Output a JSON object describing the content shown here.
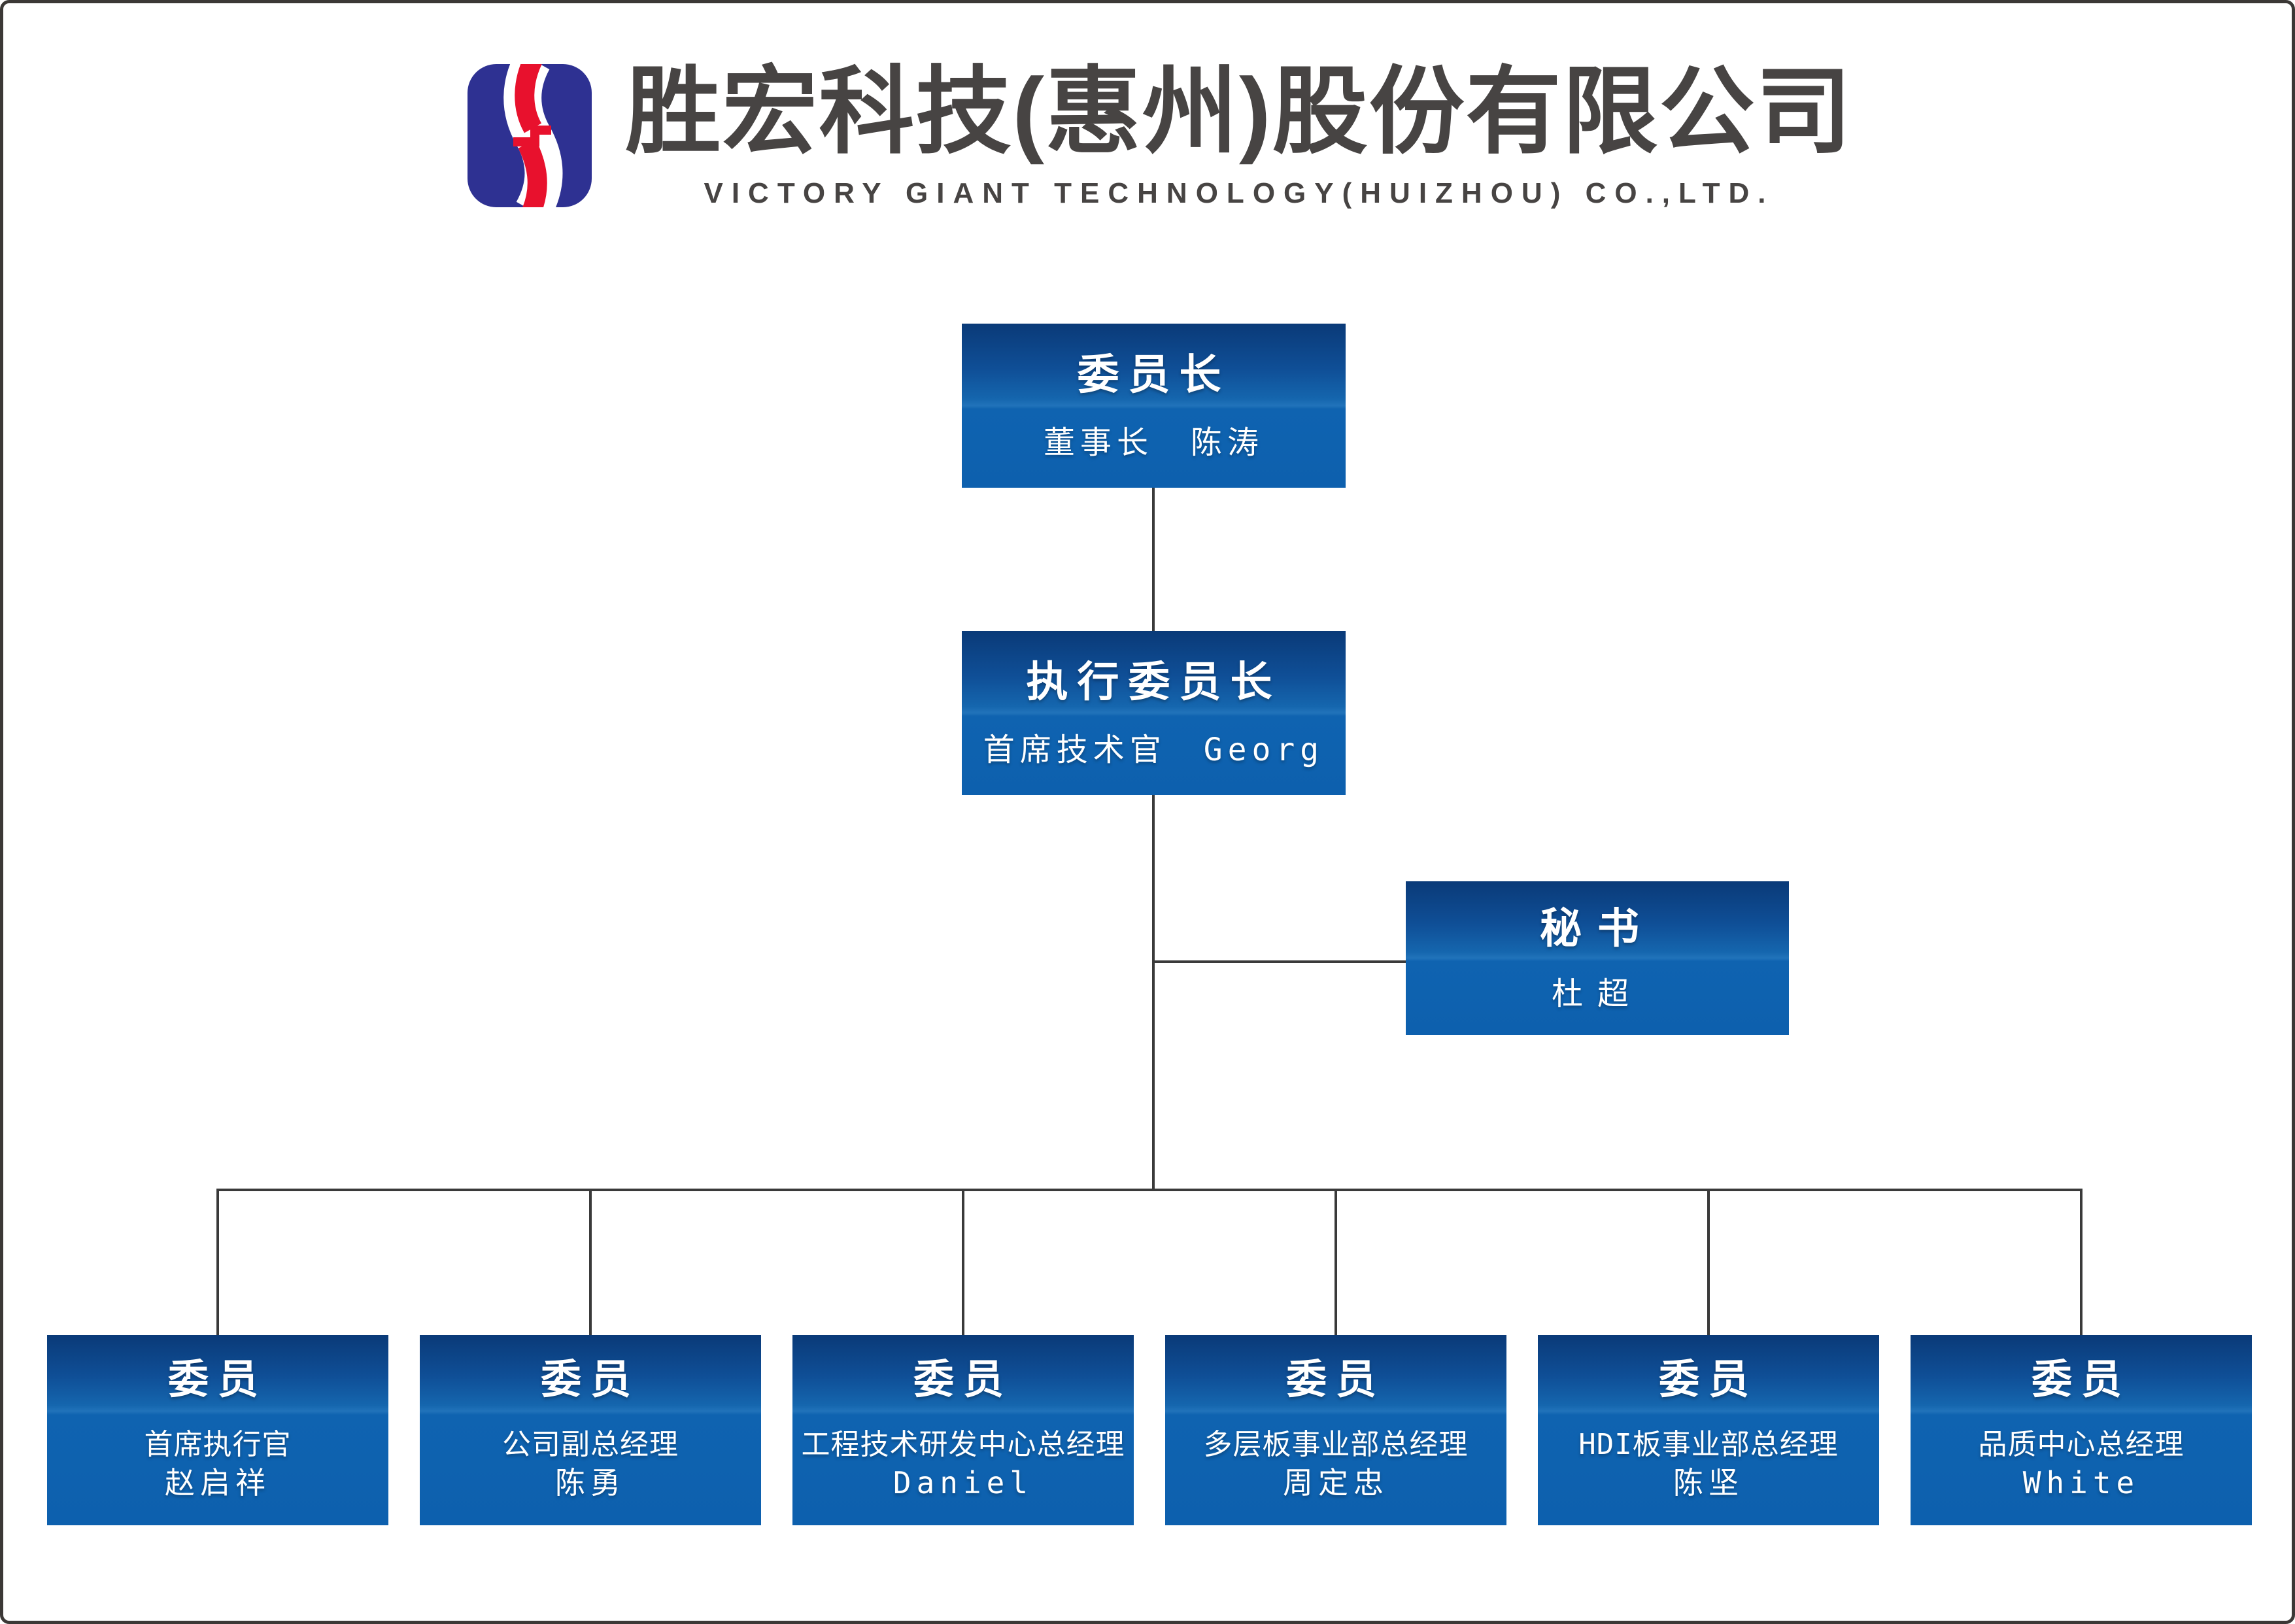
{
  "header": {
    "company_name_zh": "胜宏科技(惠州)股份有限公司",
    "company_name_en": "VICTORY GIANT TECHNOLOGY(HUIZHOU) CO.,LTD."
  },
  "org": {
    "chairman": {
      "title": "委员长",
      "subtitle": "董事长 陈涛"
    },
    "executive": {
      "title": "执行委员长",
      "subtitle": "首席技术官 Georg"
    },
    "secretary": {
      "title": "秘书",
      "subtitle": "杜超"
    },
    "members": [
      {
        "title": "委员",
        "role": "首席执行官",
        "person": "赵启祥"
      },
      {
        "title": "委员",
        "role": "公司副总经理",
        "person": "陈勇"
      },
      {
        "title": "委员",
        "role": "工程技术研发中心总经理",
        "person": "Daniel"
      },
      {
        "title": "委员",
        "role": "多层板事业部总经理",
        "person": "周定忠"
      },
      {
        "title": "委员",
        "role": "HDI板事业部总经理",
        "person": "陈坚"
      },
      {
        "title": "委员",
        "role": "品质中心总经理",
        "person": "White"
      }
    ]
  },
  "colors": {
    "box_gradient_top": "#0a3a78",
    "box_blue": "#0e62af",
    "logo_blue": "#2e3192",
    "logo_red": "#e8112d",
    "heading_gray": "#474443",
    "connector": "#3a3a3a"
  }
}
